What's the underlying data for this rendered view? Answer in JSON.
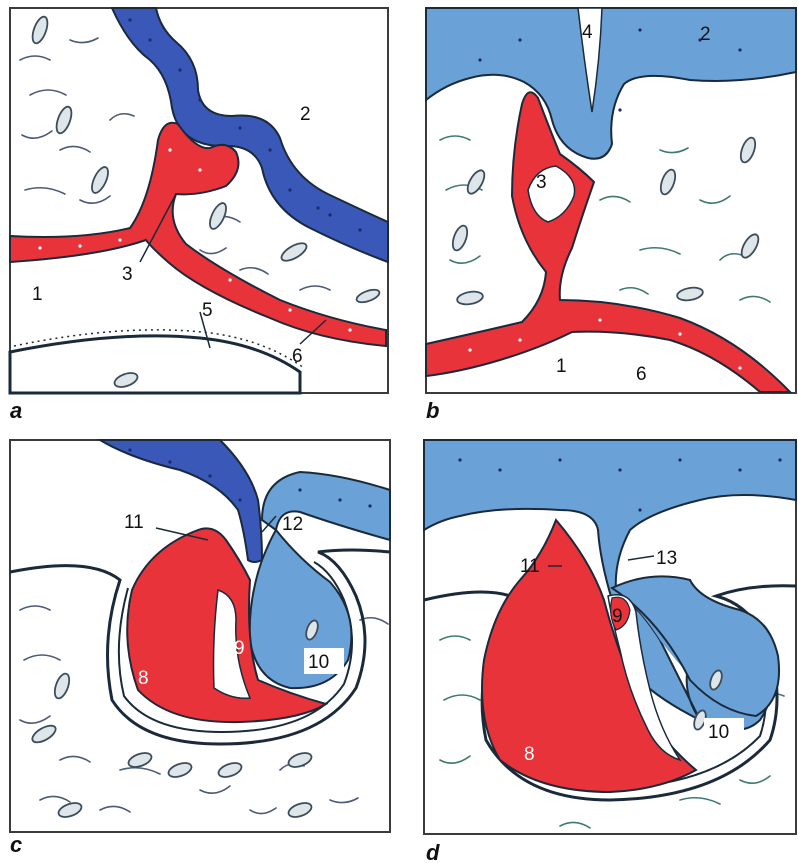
{
  "colors": {
    "ectoderm_dark": "#3a58b8",
    "ectoderm_light": "#6aa2d8",
    "mesenchyme_red": "#e8333a",
    "outline": "#1a2a3a",
    "background": "#ffffff"
  },
  "panels": [
    {
      "id": "a",
      "letter": "a",
      "labels": [
        "1",
        "2",
        "3",
        "5",
        "6"
      ]
    },
    {
      "id": "b",
      "letter": "b",
      "labels": [
        "1",
        "2",
        "3",
        "4",
        "6"
      ]
    },
    {
      "id": "c",
      "letter": "c",
      "labels": [
        "8",
        "9",
        "10",
        "11",
        "12"
      ]
    },
    {
      "id": "d",
      "letter": "d",
      "labels": [
        "8",
        "9",
        "10",
        "11",
        "13"
      ]
    }
  ]
}
